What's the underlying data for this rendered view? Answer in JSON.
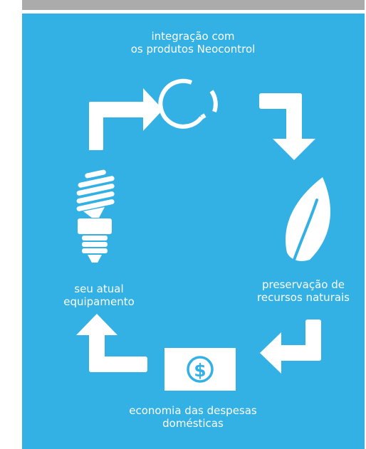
{
  "colors": {
    "panel_background": "#33b1e4",
    "top_bar": "#ababab",
    "foreground": "#ffffff"
  },
  "nodes": {
    "integration": {
      "line1": "integração com",
      "line2": "os produtos Neocontrol",
      "icon": "refresh-ring-icon"
    },
    "preservation": {
      "line1": "preservação de",
      "line2": "recursos naturais",
      "icon": "leaf-icon"
    },
    "economy": {
      "line1": "economia das despesas",
      "line2": "domésticas",
      "icon": "dollar-bill-icon",
      "symbol": "$"
    },
    "equipment": {
      "line1": "seu atual",
      "line2": "equipamento",
      "icon": "cfl-bulb-icon"
    }
  },
  "arrows": [
    "arrow-to-integration",
    "arrow-to-preservation",
    "arrow-to-economy",
    "arrow-to-equipment"
  ]
}
